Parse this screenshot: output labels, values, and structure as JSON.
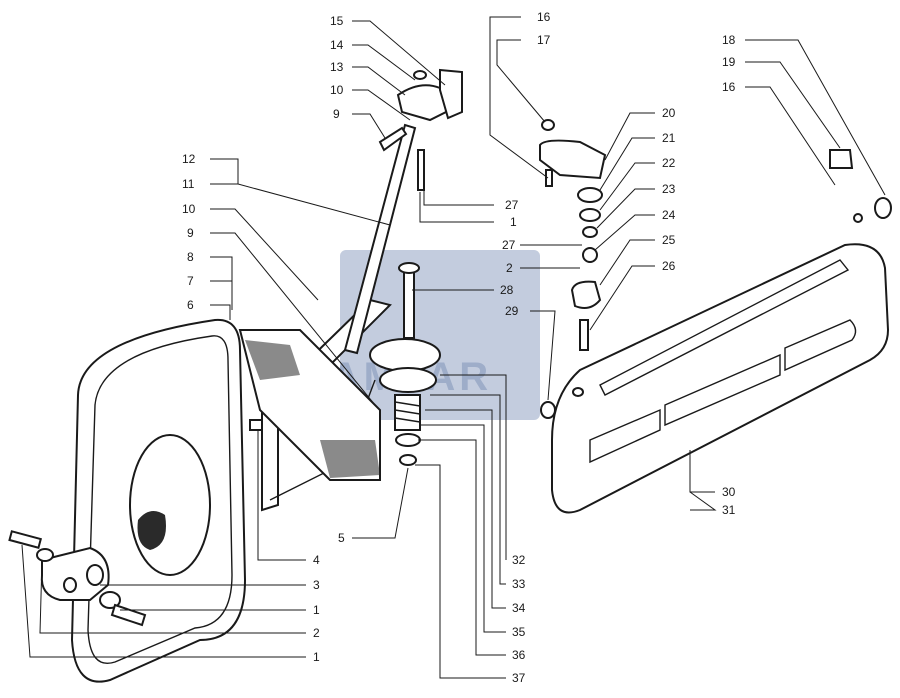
{
  "watermark": {
    "text": "SAMTAR"
  },
  "callouts": [
    "15",
    "14",
    "13",
    "10",
    "9",
    "12",
    "11",
    "10",
    "9",
    "8",
    "7",
    "6",
    "16",
    "17",
    "27",
    "1",
    "20",
    "21",
    "22",
    "23",
    "24",
    "27",
    "2",
    "25",
    "26",
    "28",
    "29",
    "18",
    "19",
    "16",
    "32",
    "33",
    "34",
    "35",
    "36",
    "37",
    "5",
    "4",
    "3",
    "1",
    "2",
    "1",
    "30",
    "31"
  ],
  "colors": {
    "line": "#1a1a1a",
    "watermark": "#7a8fb5"
  }
}
